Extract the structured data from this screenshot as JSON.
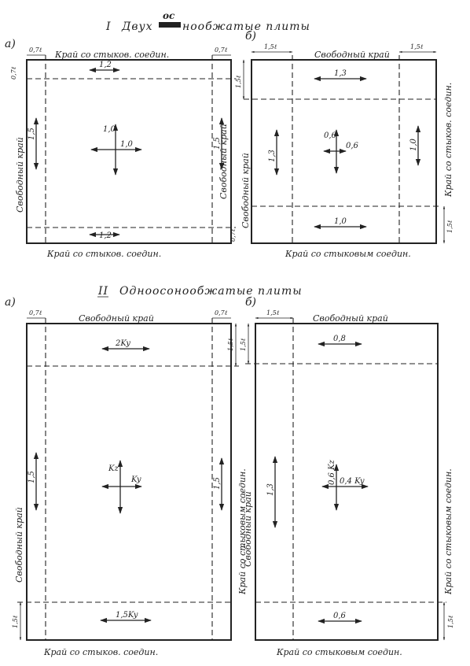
{
  "section1": {
    "numeral": "I",
    "title_a": "Двух",
    "title_b": "нообжатые плиты",
    "insertion": "ос",
    "panel_a": {
      "letter": "а)",
      "top_edge": "Край со стыков. соедин.",
      "bottom_edge": "Край со стыков. соедин.",
      "left_edge": "Свободный край",
      "right_edge": "Свободный край",
      "dim_top_left": "0,7ℓ",
      "dim_top_right": "0,7ℓ",
      "dim_right_top": "0,7ℓ",
      "dim_right_bottom": "0,7ℓ",
      "label_top": "1,2",
      "label_bottom": "1,2",
      "label_left": "1,5",
      "label_right": "1,5",
      "label_center_v": "1,0",
      "label_center_h": "1,0"
    },
    "panel_b": {
      "letter": "б)",
      "top_edge": "Свободный край",
      "bottom_edge": "Край со стыковым соедин.",
      "left_edge": "Свободный край",
      "right_edge": "Край со стыков. соедин.",
      "dim_top_left": "1,5ℓ",
      "dim_top_right": "1,5ℓ",
      "dim_left_top": "1,5ℓ",
      "dim_right_bottom": "1,5ℓ",
      "label_top": "1,3",
      "label_bottom": "1,0",
      "label_left": "1,3",
      "label_right": "1,0",
      "label_center_v": "0,6",
      "label_center_h": "0,6"
    }
  },
  "section2": {
    "numeral": "II",
    "title": "Одноосонообжатые плиты",
    "panel_a": {
      "letter": "а)",
      "top_edge": "Свободный край",
      "bottom_edge": "Край со стыков. соедин.",
      "left_edge": "Свободный край",
      "right_edge": "Край со стыковым соедин.",
      "dim_top_left": "0,7ℓ",
      "dim_top_right": "0,7ℓ",
      "dim_right_top": "1,5ℓ",
      "dim_left_bottom": "1,5ℓ",
      "label_top": "2Ky",
      "label_bottom": "1,5Ky",
      "label_left": "1,5",
      "label_right": "1,5",
      "label_center_v": "Kz",
      "label_center_h": "Ky"
    },
    "panel_b": {
      "letter": "б)",
      "top_edge": "Свободный край",
      "bottom_edge": "Край со стыковым соедин.",
      "left_edge": "Свободный край",
      "right_edge": "Край со стыковым соедин.",
      "dim_top_left": "1,5ℓ",
      "dim_left_top": "1,5ℓ",
      "dim_right_bottom": "1,5ℓ",
      "label_top": "0,8",
      "label_bottom": "0,6",
      "label_left": "1,3",
      "label_center_v": "0,6 Kz",
      "label_center_h": "0,4 Ky"
    }
  }
}
